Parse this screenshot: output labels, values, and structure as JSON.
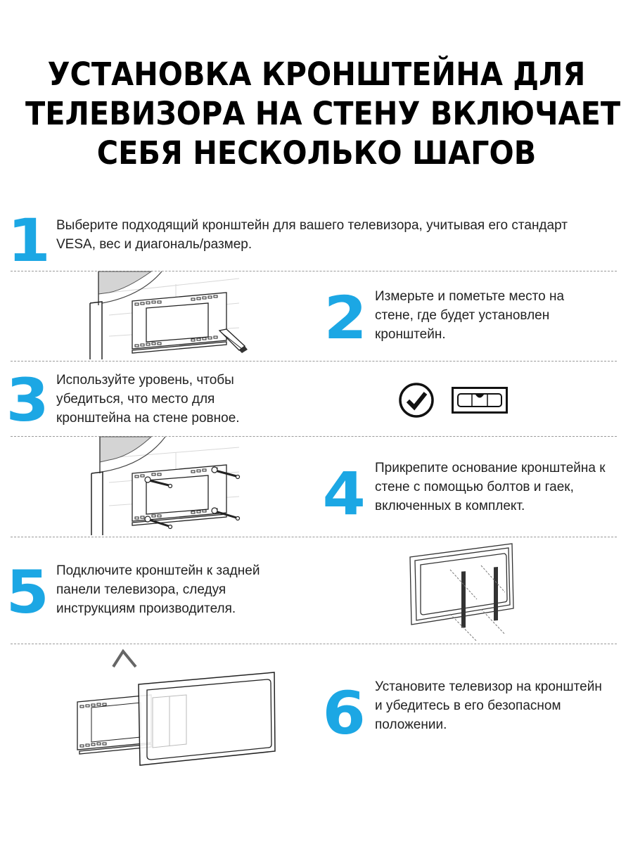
{
  "title": {
    "lines": [
      "УСТАНОВКА КРОНШТЕЙНА ДЛЯ",
      "ТЕЛЕВИЗОРА НА СТЕНУ ВКЛЮЧАЕТ В",
      "СЕБЯ НЕСКОЛЬКО ШАГОВ"
    ]
  },
  "accent_color": "#1ca7e4",
  "steps": [
    {
      "number": "1",
      "text": "Выберите подходящий кронштейн для вашего телевизора, учитывая его стандарт VESA, вес и диагональ/размер.",
      "lines": [
        "Выберите подходящий кронштейн для вашего телевизора, учитывая его стандарт",
        "VESA, вес и диагональ/размер."
      ],
      "illustration": null
    },
    {
      "number": "2",
      "text": "Измерьте и пометьте место на стене, где будет установлен кронштейн.",
      "lines": [
        "Измерьте и пометьте место на",
        "стене, где будет установлен",
        "кронштейн."
      ],
      "illustration": "bracket-on-wall-with-pencil"
    },
    {
      "number": "3",
      "text": "Используйте уровень, чтобы убедиться, что место для кронштейна на стене ровное.",
      "lines": [
        "Используйте уровень, чтобы",
        "убедиться, что место для",
        "кронштейна на стене ровное."
      ],
      "illustration": "checkmark-and-spirit-level-icons"
    },
    {
      "number": "4",
      "text": "Прикрепите основание кронштейна к стене с помощью болтов и гаек, включенных в комплект.",
      "lines": [
        "Прикрепите основание кронштейна к",
        "стене с помощью болтов и гаек,",
        "включенных в комплект."
      ],
      "illustration": "bracket-bolted-to-wall"
    },
    {
      "number": "5",
      "text": "Подключите кронштейн к задней панели телевизора, следуя инструкциям производителя.",
      "lines": [
        "Подключите кронштейн к задней",
        "панели телевизора, следуя",
        "инструкциям производителя."
      ],
      "illustration": "tv-back-with-brackets"
    },
    {
      "number": "6",
      "text": "Установите телевизор на кронштейн и убедитесь в его безопасном положении.",
      "lines": [
        "Установите телевизор на кронштейн",
        "и убедитесь в его безопасном",
        "положении."
      ],
      "illustration": "tv-hung-on-bracket"
    }
  ]
}
